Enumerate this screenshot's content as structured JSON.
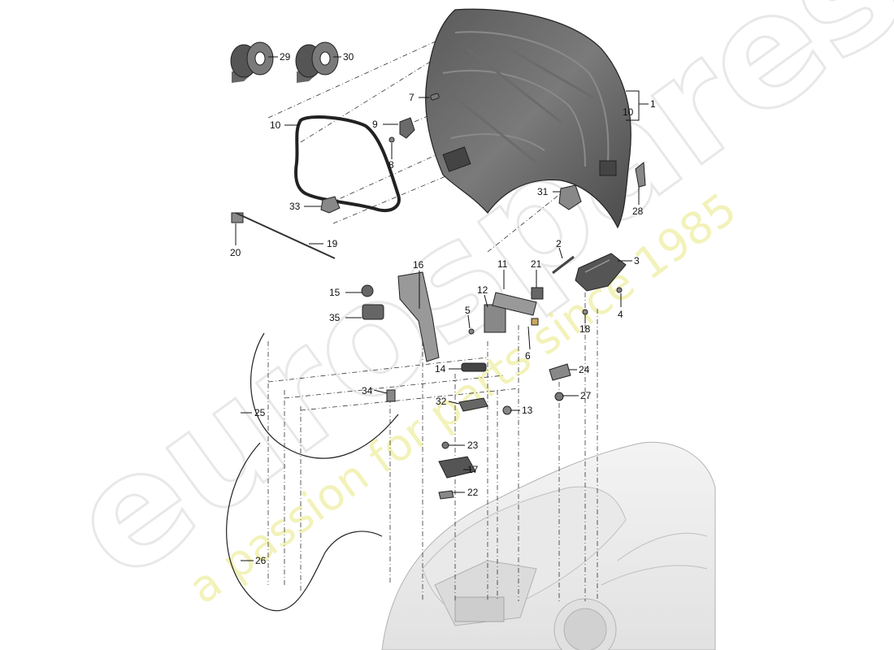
{
  "watermark": {
    "logo": "eurospares",
    "tagline": "a passion for parts since 1985"
  },
  "callouts": {
    "c1": "1",
    "c2": "2",
    "c3": "3",
    "c4": "4",
    "c5": "5",
    "c6": "6",
    "c7": "7",
    "c8": "8",
    "c9": "9",
    "c10a": "10",
    "c10b": "10",
    "c11": "11",
    "c12": "12",
    "c13": "13",
    "c14": "14",
    "c15": "15",
    "c16": "16",
    "c17": "17",
    "c18": "18",
    "c19": "19",
    "c20": "20",
    "c21": "21",
    "c22": "22",
    "c23": "23",
    "c24": "24",
    "c25": "25",
    "c26": "26",
    "c27": "27",
    "c28": "28",
    "c29": "29",
    "c30": "30",
    "c31": "31",
    "c32": "32",
    "c33": "33",
    "c34": "34",
    "c35": "35"
  }
}
